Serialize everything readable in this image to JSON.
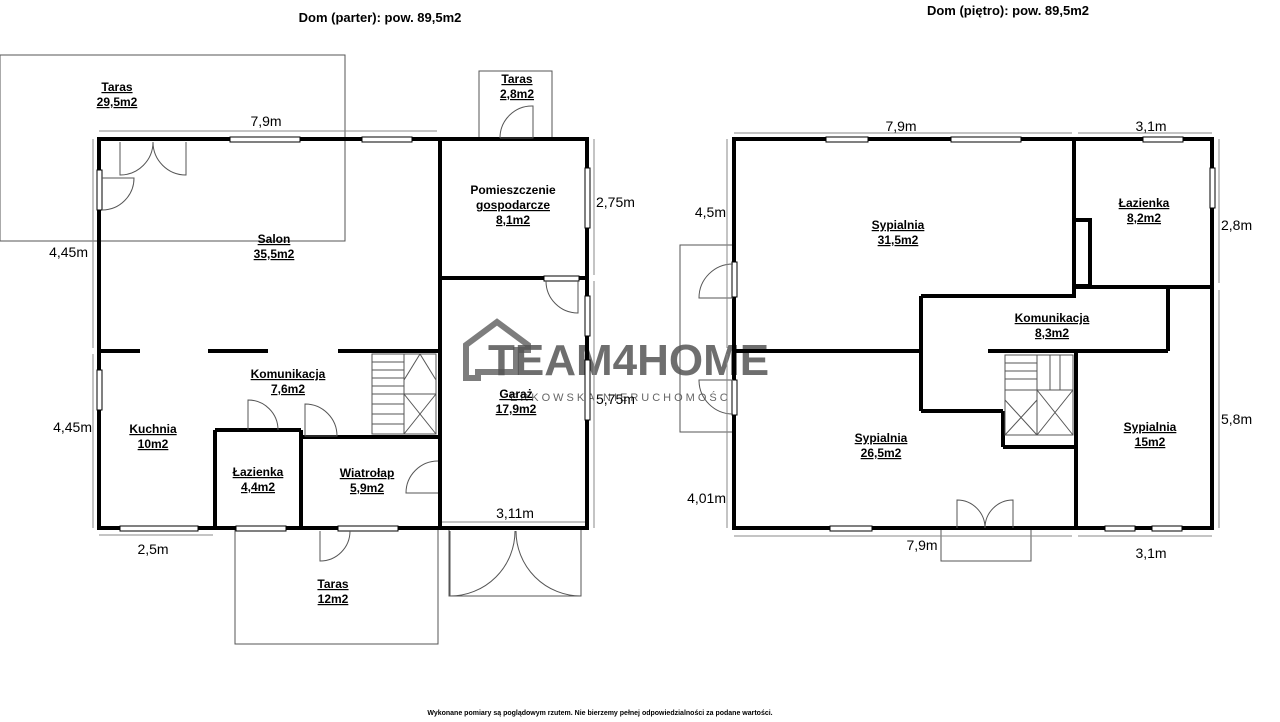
{
  "titles": {
    "ground": "Dom (parter): pow. 89,5m2",
    "upper": "Dom (piętro): pow. 89,5m2"
  },
  "ground_rooms": {
    "taras_big": {
      "name": "Taras",
      "area": "29,5m2"
    },
    "taras_small": {
      "name": "Taras",
      "area": "2,8m2"
    },
    "salon": {
      "name": "Salon",
      "area": "35,5m2"
    },
    "pomieszczenie": {
      "name1": "Pomieszczenie",
      "name2": "gospodarcze",
      "area": "8,1m2"
    },
    "komunikacja": {
      "name": "Komunikacja",
      "area": "7,6m2"
    },
    "garaz": {
      "name": "Garaż",
      "area": "17,9m2"
    },
    "kuchnia": {
      "name": "Kuchnia",
      "area": "10m2"
    },
    "lazienka": {
      "name": "Łazienka",
      "area": "4,4m2"
    },
    "wiatrolap": {
      "name": "Wiatrołap",
      "area": "5,9m2"
    },
    "taras_bottom": {
      "name": "Taras",
      "area": "12m2"
    }
  },
  "ground_dims": {
    "top": "7,9m",
    "left_upper": "4,45m",
    "left_lower": "4,45m",
    "right_upper": "2,75m",
    "right_lower": "5,75m",
    "bottom_left": "2,5m",
    "garage_width": "3,11m"
  },
  "upper_rooms": {
    "sypialnia_big": {
      "name": "Sypialnia",
      "area": "31,5m2"
    },
    "lazienka": {
      "name": "Łazienka",
      "area": "8,2m2"
    },
    "komunikacja": {
      "name": "Komunikacja",
      "area": "8,3m2"
    },
    "sypialnia_mid": {
      "name": "Sypialnia",
      "area": "26,5m2"
    },
    "sypialnia_small": {
      "name": "Sypialnia",
      "area": "15m2"
    }
  },
  "upper_dims": {
    "top_left": "7,9m",
    "top_right": "3,1m",
    "left_upper": "4,5m",
    "left_lower": "4,01m",
    "right_upper": "2,8m",
    "right_lower": "5,8m",
    "bottom_left": "7,9m",
    "bottom_right": "3,1m"
  },
  "watermark": {
    "brand": "TEAM4HOME",
    "tagline": "ERKOWSKA NIERUCHOMOŚCI"
  },
  "footer": "Wykonane pomiary są poglądowym rzutem. Nie bierzemy pełnej odpowiedzialności za podane wartości."
}
